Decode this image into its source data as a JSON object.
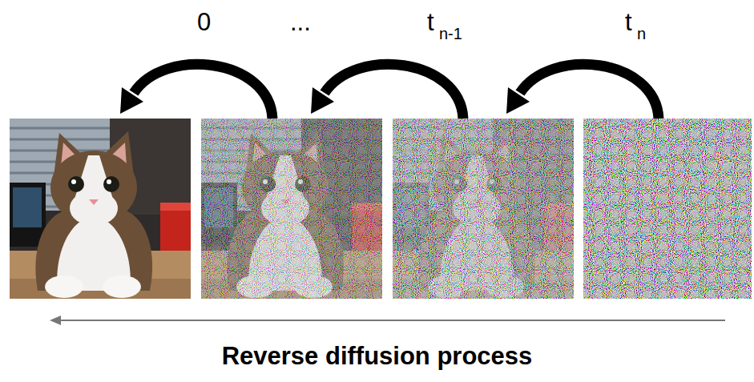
{
  "diagram": {
    "caption": "Reverse diffusion process",
    "labels": [
      "0",
      "...",
      "t",
      "n-1",
      "t",
      "n"
    ]
  }
}
